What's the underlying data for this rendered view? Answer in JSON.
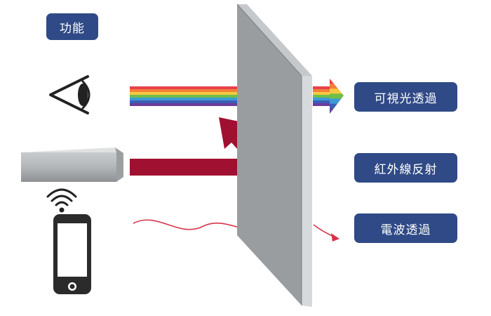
{
  "labels": {
    "function": "功能",
    "visible_light": "可視光透過",
    "infrared": "紅外線反射",
    "radio_wave": "電波透過"
  },
  "colors": {
    "badge_bg": "#2f4a86",
    "glass_face": "#9a9da0",
    "glass_edge": "#d7dadd",
    "infrared_arrow": "#a01030",
    "radio_wave": "#d8344a",
    "rainbow": [
      "#e8414b",
      "#f47f3a",
      "#f7c841",
      "#6fbe4a",
      "#3d9ad6",
      "#3b5fb5",
      "#6a3d9a"
    ]
  },
  "icons": [
    "eye-icon",
    "infrared-sensor-icon",
    "smartphone-icon",
    "wifi-signal-icon"
  ]
}
